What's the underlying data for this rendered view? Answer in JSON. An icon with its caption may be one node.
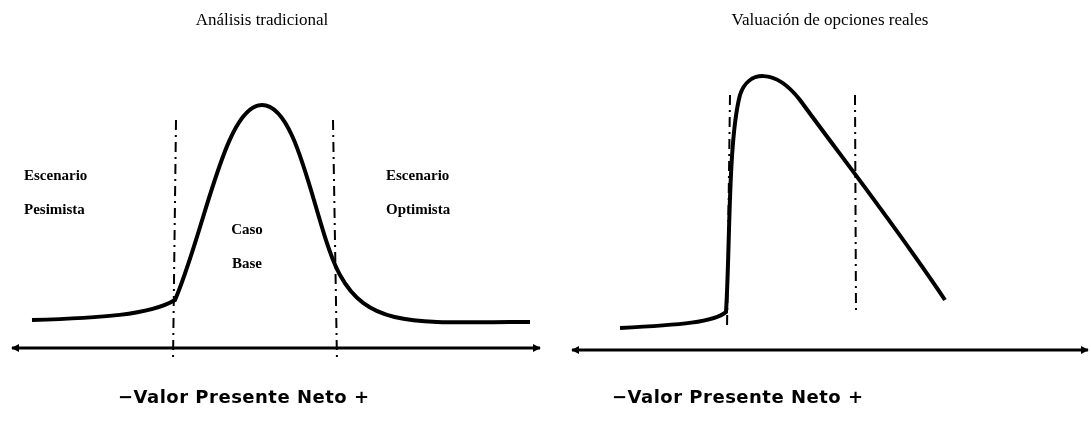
{
  "diagram": {
    "labels": [
      "Análisis tradicional",
      "Valuación de opciones reales",
      "Escenario Pesimista",
      "Caso Base",
      "Escenario Optimista",
      "−Valor Presente Neto +",
      "−Valor Presente Neto +"
    ]
  }
}
